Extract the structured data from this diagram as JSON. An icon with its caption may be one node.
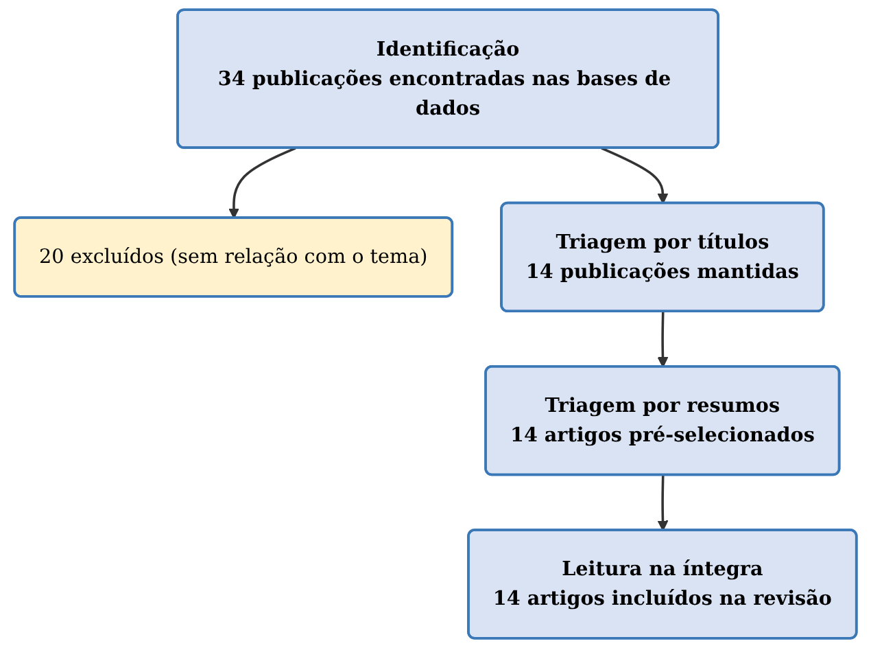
{
  "diagram": {
    "nodes": [
      {
        "text": [
          "Identificação",
          "34 publicações encontradas nas bases de dados"
        ]
      },
      {
        "text": [
          "20 excluídos (sem relação com o tema)"
        ]
      },
      {
        "text": [
          "Triagem por títulos",
          "14 publicações mantidas"
        ]
      },
      {
        "text": [
          "Triagem por resumos",
          "14 artigos pré-selecionados"
        ]
      },
      {
        "text": [
          "Leitura na íntegra",
          "14 artigos incluídos na revisão"
        ]
      }
    ],
    "edges": [
      {
        "from": 0,
        "to": 1,
        "arrow": "to"
      },
      {
        "from": 0,
        "to": 2,
        "arrow": "to"
      },
      {
        "from": 2,
        "to": 3,
        "arrow": "to"
      },
      {
        "from": 3,
        "to": 4,
        "arrow": "to"
      }
    ]
  }
}
